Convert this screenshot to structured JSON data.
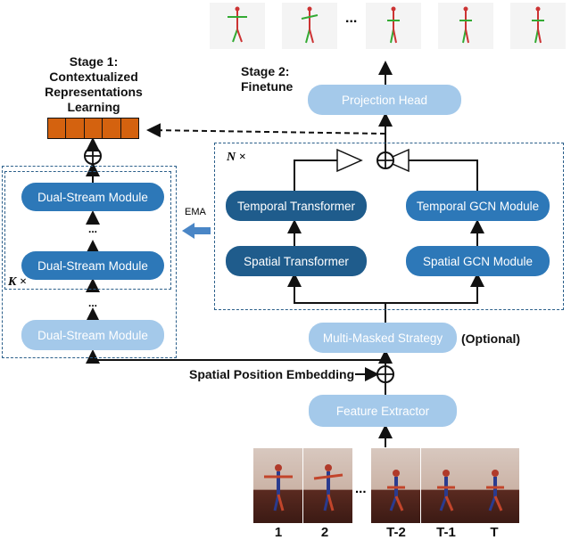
{
  "stage1": {
    "title_line1": "Stage 1:",
    "title_line2": "Contextualized",
    "title_line3": "Representations",
    "title_line4": "Learning"
  },
  "stage2": {
    "title_line1": "Stage 2:",
    "title_line2": "Finetune"
  },
  "modules": {
    "projection_head": "Projection Head",
    "temporal_transformer": "Temporal Transformer",
    "spatial_transformer": "Spatial Transformer",
    "temporal_gcn": "Temporal GCN Module",
    "spatial_gcn": "Spatial GCN Module",
    "dual_stream_top": "Dual-Stream Module",
    "dual_stream_mid": "Dual-Stream Module",
    "dual_stream_bottom": "Dual-Stream Module",
    "multi_masked": "Multi-Masked Strategy",
    "feature_extractor": "Feature Extractor"
  },
  "labels": {
    "optional": "(Optional)",
    "spatial_position_embedding": "Spatial Position Embedding",
    "ema": "EMA",
    "n_times": "N ×",
    "k_times": "K ×",
    "vdots": "...",
    "hdots": "..."
  },
  "frames": [
    "1",
    "2",
    "...",
    "T-2",
    "T-1",
    "T"
  ],
  "colors": {
    "dark_module": "#1f5c8c",
    "mid_module": "#2d78b8",
    "light_module": "#a4c9ea",
    "token": "#d4620f",
    "dashed_border": "#2b5f8a",
    "ema_arrow": "#4a86c6"
  }
}
